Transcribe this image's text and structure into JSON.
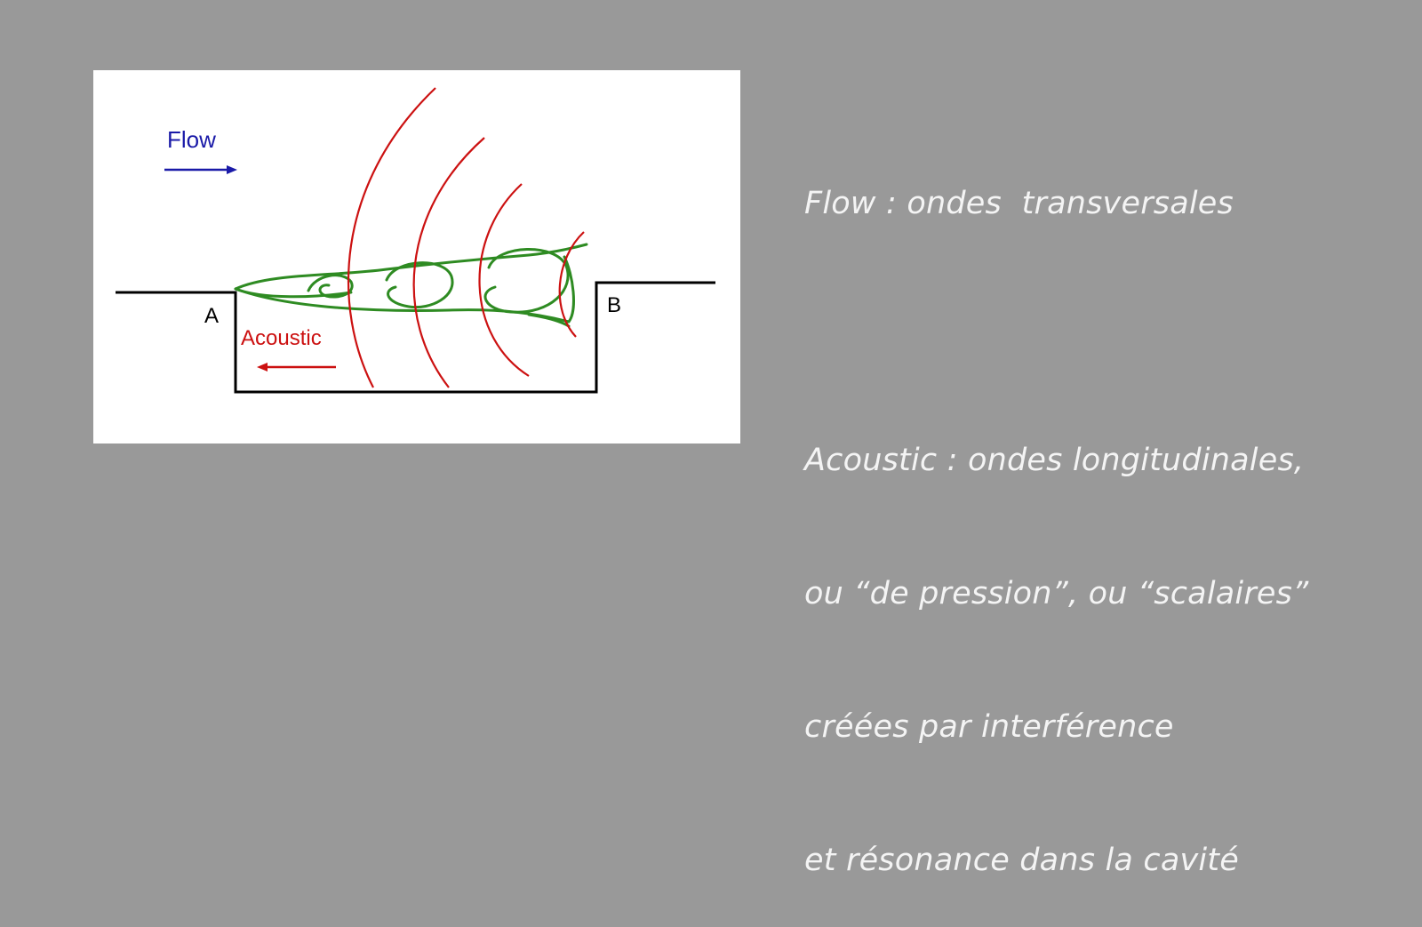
{
  "diagram": {
    "flow_label": "Flow",
    "acoustic_label": "Acoustic",
    "point_a_label": "A",
    "point_b_label": "B",
    "colors": {
      "flow": "#1a1aa8",
      "acoustic": "#cc1111",
      "vortex": "#2e8b22",
      "outline": "#000000"
    }
  },
  "caption": {
    "flow_line": "Flow : ondes  transversales",
    "acoustic_lines": [
      "Acoustic : ondes longitudinales,",
      "ou “de pression”, ou “scalaires”",
      "créées par interférence",
      "et résonance dans la cavité"
    ]
  }
}
